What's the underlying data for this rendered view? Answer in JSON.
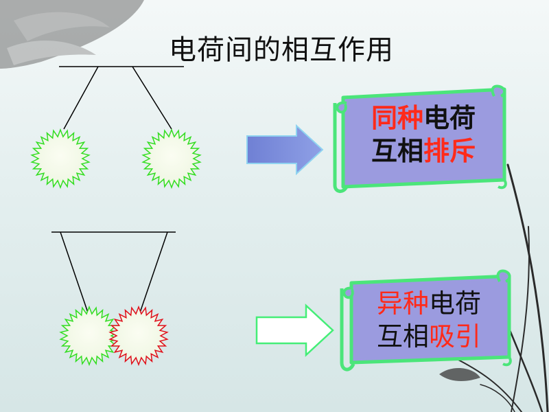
{
  "title": "电荷间的相互作用",
  "panel_same": {
    "line1_colored": "同种",
    "line1_plain": "电荷",
    "line2_plain": "互相",
    "line2_colored": "排斥"
  },
  "panel_diff": {
    "line1_colored": "异种",
    "line1_plain": "电荷",
    "line2_plain": "互相",
    "line2_colored": "吸引"
  },
  "colors": {
    "accent_red": "#ff2a1a",
    "scroll_fill": "#9b9bdf",
    "scroll_border": "#4be57a",
    "green_star": "#33dd22",
    "red_star": "#e0101a",
    "arrow_blue": "#7a8cdc"
  }
}
